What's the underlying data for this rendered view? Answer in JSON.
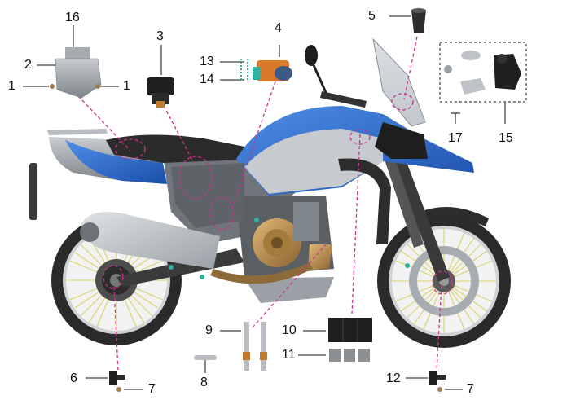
{
  "diagram": {
    "callouts": [
      {
        "id": "c1a",
        "label": "1"
      },
      {
        "id": "c1b",
        "label": "1"
      },
      {
        "id": "c2",
        "label": "2"
      },
      {
        "id": "c3",
        "label": "3"
      },
      {
        "id": "c4",
        "label": "4"
      },
      {
        "id": "c5",
        "label": "5"
      },
      {
        "id": "c6",
        "label": "6"
      },
      {
        "id": "c7a",
        "label": "7"
      },
      {
        "id": "c7b",
        "label": "7"
      },
      {
        "id": "c8",
        "label": "8"
      },
      {
        "id": "c9",
        "label": "9"
      },
      {
        "id": "c10",
        "label": "10"
      },
      {
        "id": "c11",
        "label": "11"
      },
      {
        "id": "c12",
        "label": "12"
      },
      {
        "id": "c13",
        "label": "13"
      },
      {
        "id": "c14",
        "label": "14"
      },
      {
        "id": "c15",
        "label": "15"
      },
      {
        "id": "c16",
        "label": "16"
      },
      {
        "id": "c17",
        "label": "17"
      }
    ],
    "colors": {
      "fairing_blue": "#2f6fd0",
      "fairing_dark_blue": "#1b4fa8",
      "frame_gray": "#8a8f94",
      "engine_bronze": "#b88a4a",
      "spoke_yellow": "#d8d36a",
      "tire_dark": "#2a2a2a",
      "leader_magenta": "#d0308f",
      "connector_teal": "#2fb3a0",
      "relay_orange": "#d97a2a"
    }
  }
}
